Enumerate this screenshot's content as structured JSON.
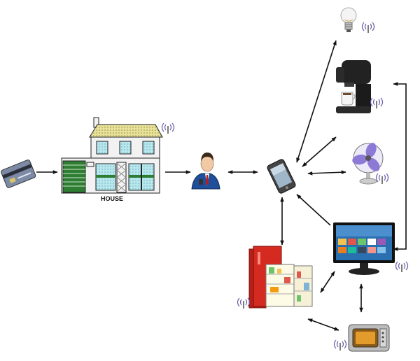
{
  "labels": {
    "house": "HOUSE"
  },
  "colors": {
    "arrow": "#111111",
    "fridge": "#d42a20",
    "tv_screen": "#2a6fb0",
    "fan_blade": "#8d7ad6",
    "coffee_maker": "#222222",
    "phone": "#444444",
    "person_suit": "#1f4f9a",
    "house_walls": "#f2f2f2",
    "house_roof": "#e8e19a",
    "window_glass": "#b8e7ee",
    "garage_green": "#2e7d32",
    "antenna": "#6a5aa8"
  },
  "nodes": [
    {
      "id": "card",
      "icon": "credit-card-icon"
    },
    {
      "id": "house",
      "icon": "house-icon"
    },
    {
      "id": "person",
      "icon": "person-icon"
    },
    {
      "id": "phone",
      "icon": "smartphone-icon"
    },
    {
      "id": "bulb",
      "icon": "light-bulb-icon"
    },
    {
      "id": "coffee",
      "icon": "coffee-maker-icon"
    },
    {
      "id": "fan",
      "icon": "electric-fan-icon"
    },
    {
      "id": "tv",
      "icon": "smart-tv-icon"
    },
    {
      "id": "fridge",
      "icon": "refrigerator-icon"
    },
    {
      "id": "microwave",
      "icon": "microwave-icon"
    }
  ],
  "edges": [
    {
      "from": "card",
      "to": "house",
      "direction": "forward"
    },
    {
      "from": "house",
      "to": "person",
      "direction": "forward"
    },
    {
      "from": "person",
      "to": "phone",
      "direction": "both"
    },
    {
      "from": "phone",
      "to": "bulb",
      "direction": "both"
    },
    {
      "from": "phone",
      "to": "coffee",
      "direction": "both"
    },
    {
      "from": "phone",
      "to": "fan",
      "direction": "both"
    },
    {
      "from": "tv",
      "to": "phone",
      "direction": "forward"
    },
    {
      "from": "phone",
      "to": "fridge",
      "direction": "both"
    },
    {
      "from": "coffee",
      "to": "tv",
      "direction": "both"
    },
    {
      "from": "tv",
      "to": "fridge",
      "direction": "both"
    },
    {
      "from": "tv",
      "to": "microwave",
      "direction": "both"
    },
    {
      "from": "fridge",
      "to": "microwave",
      "direction": "both"
    }
  ]
}
